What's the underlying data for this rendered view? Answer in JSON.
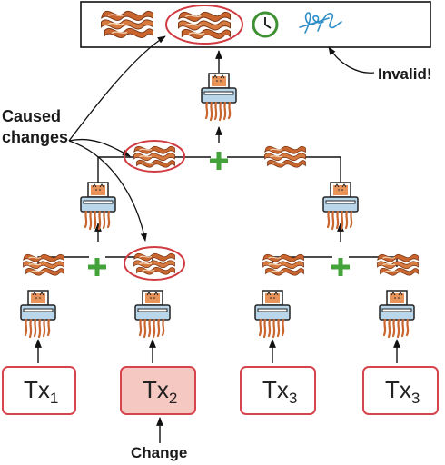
{
  "labels": {
    "caused_line1": "Caused",
    "caused_line2": "changes",
    "invalid": "Invalid!",
    "change": "Change"
  },
  "transactions": [
    {
      "prefix": "Tx",
      "sub": "1",
      "highlighted": false
    },
    {
      "prefix": "Tx",
      "sub": "2",
      "highlighted": true
    },
    {
      "prefix": "Tx",
      "sub": "3",
      "highlighted": false
    },
    {
      "prefix": "Tx",
      "sub": "3",
      "highlighted": false
    }
  ],
  "colors": {
    "tx_border": "#d6454e",
    "tx_fill_highlight": "#f6c8c2",
    "plus": "#43a33a",
    "bacon": "#c9652e",
    "bacon_dark": "#7a3512",
    "highlight_ring": "#d03b41",
    "clock": "#3f8f35",
    "signature": "#2f8fc8"
  },
  "icons": {
    "shredder": "shredder-cat-icon",
    "bacon": "bacon-strips-icon",
    "clock": "clock-icon",
    "signature": "signature-icon",
    "plus": "plus-icon"
  }
}
